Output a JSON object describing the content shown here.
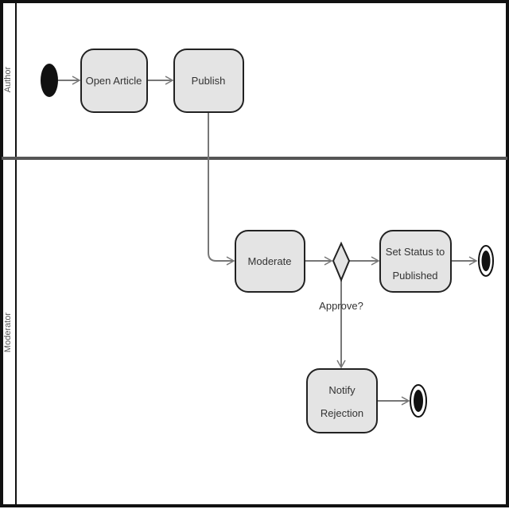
{
  "diagram": {
    "type": "uml-activity-swimlane",
    "colors": {
      "border": "#111111",
      "lane_divider": "#555555",
      "node_fill": "#e4e4e4",
      "node_stroke": "#222222",
      "edge": "#777777",
      "start": "#111111"
    },
    "lanes": [
      {
        "id": "lane-author",
        "label": "Author"
      },
      {
        "id": "lane-moderator",
        "label": "Moderator"
      }
    ],
    "nodes": [
      {
        "id": "start",
        "kind": "initial-node"
      },
      {
        "id": "open-article",
        "kind": "action",
        "lines": [
          "Open Article"
        ]
      },
      {
        "id": "publish",
        "kind": "action",
        "lines": [
          "Publish"
        ]
      },
      {
        "id": "moderate",
        "kind": "action",
        "lines": [
          "Moderate"
        ]
      },
      {
        "id": "decision",
        "kind": "decision",
        "label": "Approve?"
      },
      {
        "id": "set-status",
        "kind": "action",
        "lines": [
          "Set Status to",
          "Published"
        ]
      },
      {
        "id": "notify-rejection",
        "kind": "action",
        "lines": [
          "Notify",
          "Rejection"
        ]
      },
      {
        "id": "final-published",
        "kind": "final-node"
      },
      {
        "id": "final-rejected",
        "kind": "final-node"
      }
    ],
    "edges": [
      {
        "from": "start",
        "to": "open-article"
      },
      {
        "from": "open-article",
        "to": "publish"
      },
      {
        "from": "publish",
        "to": "moderate"
      },
      {
        "from": "moderate",
        "to": "decision"
      },
      {
        "from": "decision",
        "to": "set-status"
      },
      {
        "from": "decision",
        "to": "notify-rejection"
      },
      {
        "from": "set-status",
        "to": "final-published"
      },
      {
        "from": "notify-rejection",
        "to": "final-rejected"
      }
    ]
  }
}
